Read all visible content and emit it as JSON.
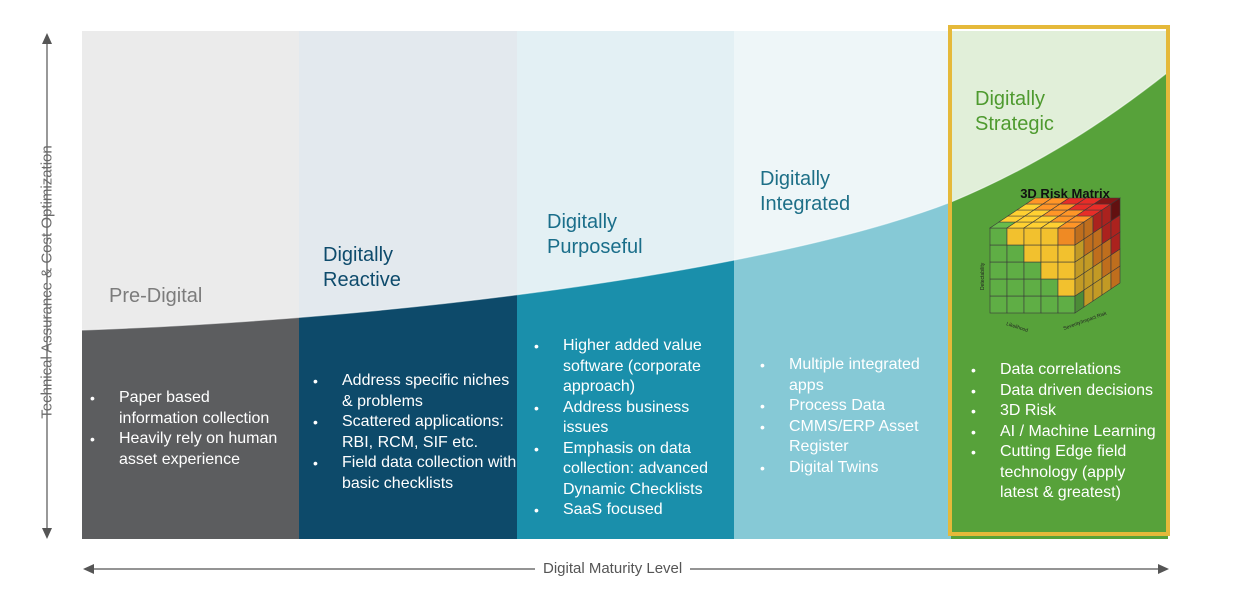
{
  "axes": {
    "y_label": "Technical Assurance & Cost Optimization",
    "x_label": "Digital Maturity Level"
  },
  "stages": [
    {
      "title": "Pre-Digital",
      "bullets": [
        "Paper based information collection",
        "Heavily rely on human asset experience"
      ],
      "colors": {
        "top": "#ebebeb",
        "bottom": "#5c5d5f",
        "title": "#7c7c7c",
        "text": "#ffffff"
      }
    },
    {
      "title": "Digitally\nReactive",
      "bullets": [
        "Address specific niches & problems",
        "Scattered applications: RBI, RCM, SIF etc.",
        "Field data collection with basic checklists"
      ],
      "colors": {
        "top": "#e3e9ee",
        "bottom": "#0d4a6a",
        "title": "#0e4b6c",
        "text": "#ffffff"
      }
    },
    {
      "title": "Digitally\nPurposeful",
      "bullets": [
        "Higher added value software (corporate approach)",
        "Address business issues",
        "Emphasis on data collection: advanced Dynamic Checklists",
        "SaaS focused"
      ],
      "colors": {
        "top": "#e3f0f4",
        "bottom": "#1a8fab",
        "title": "#1a6e8a",
        "text": "#ffffff"
      }
    },
    {
      "title": "Digitally\nIntegrated",
      "bullets": [
        "Multiple integrated apps",
        "Process Data",
        "CMMS/ERP Asset Register",
        "Digital Twins"
      ],
      "colors": {
        "top": "#eef6f8",
        "bottom": "#86c9d6",
        "title": "#1d6f87",
        "text": "#ffffff"
      }
    },
    {
      "title": "Digitally\nStrategic",
      "bullets": [
        "Data correlations",
        "Data driven decisions",
        "3D Risk",
        "AI  / Machine Learning",
        "Cutting Edge field technology (apply latest & greatest)"
      ],
      "colors": {
        "top": "#e1efd9",
        "bottom": "#57a23a",
        "title": "#4e9a2f",
        "text": "#ffffff"
      }
    }
  ],
  "risk_matrix": {
    "title": "3D Risk Matrix",
    "axis_labels": [
      "Likelihood",
      "Detectability",
      "Severity/Impact Risk"
    ],
    "colors": {
      "green": "#5fae45",
      "yellow": "#f2c12e",
      "orange": "#ef8a24",
      "red": "#d62a25",
      "darkred": "#7a1414"
    }
  },
  "highlight_color": "#e5b93a",
  "axis_color": "#555555"
}
